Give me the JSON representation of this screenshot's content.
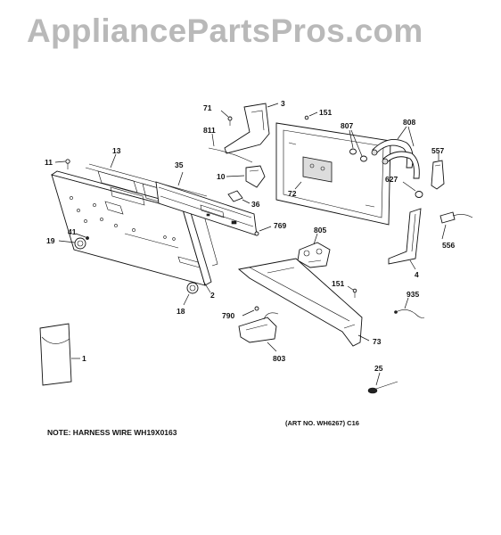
{
  "watermark": "AppliancePartsPros.com",
  "note": "NOTE: HARNESS WIRE WH19X0163",
  "art_no": "(ART NO. WH6267) C16",
  "callouts": {
    "p1": "1",
    "p2": "2",
    "p3": "3",
    "p4": "4",
    "p10": "10",
    "p11": "11",
    "p13": "13",
    "p18": "18",
    "p19": "19",
    "p25": "25",
    "p35": "35",
    "p36": "36",
    "p41": "41",
    "p71": "71",
    "p72": "72",
    "p73": "73",
    "p151a": "151",
    "p151b": "151",
    "p556": "556",
    "p557": "557",
    "p627": "627",
    "p769": "769",
    "p790": "790",
    "p803": "803",
    "p805": "805",
    "p807": "807",
    "p808": "808",
    "p811": "811",
    "p935": "935"
  }
}
